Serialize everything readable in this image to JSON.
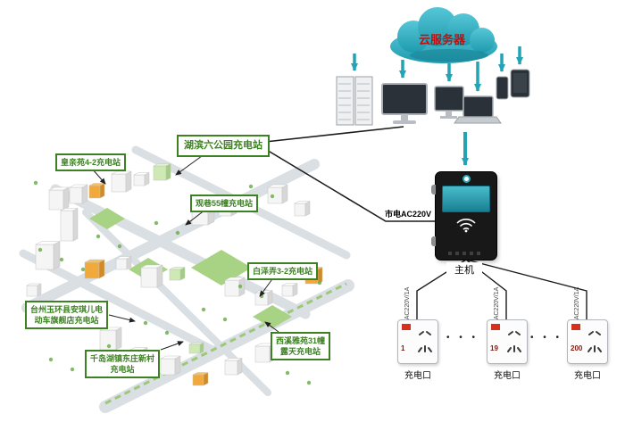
{
  "cloud": {
    "label": "云服务器"
  },
  "host": {
    "label": "主机",
    "power_label": "市电AC220V"
  },
  "connections": {
    "line_label": "AC220V/1A",
    "ellipsis": "• • •"
  },
  "outlets": [
    {
      "number": "1",
      "label": "充电口"
    },
    {
      "number": "19",
      "label": "充电口"
    },
    {
      "number": "200",
      "label": "充电口"
    }
  ],
  "stations": [
    {
      "label": "湖滨六公园充电站"
    },
    {
      "label": "皇亲苑4-2充电站"
    },
    {
      "label": "观巷55幢充电站"
    },
    {
      "label": "白泽弄3-2充电站"
    },
    {
      "label": "台州玉环县安琪儿电\n动车旗舰店充电站"
    },
    {
      "label": "西溪雅苑31幢\n露天充电站"
    },
    {
      "label": "千岛湖镇东庄新村\n充电站"
    }
  ]
}
